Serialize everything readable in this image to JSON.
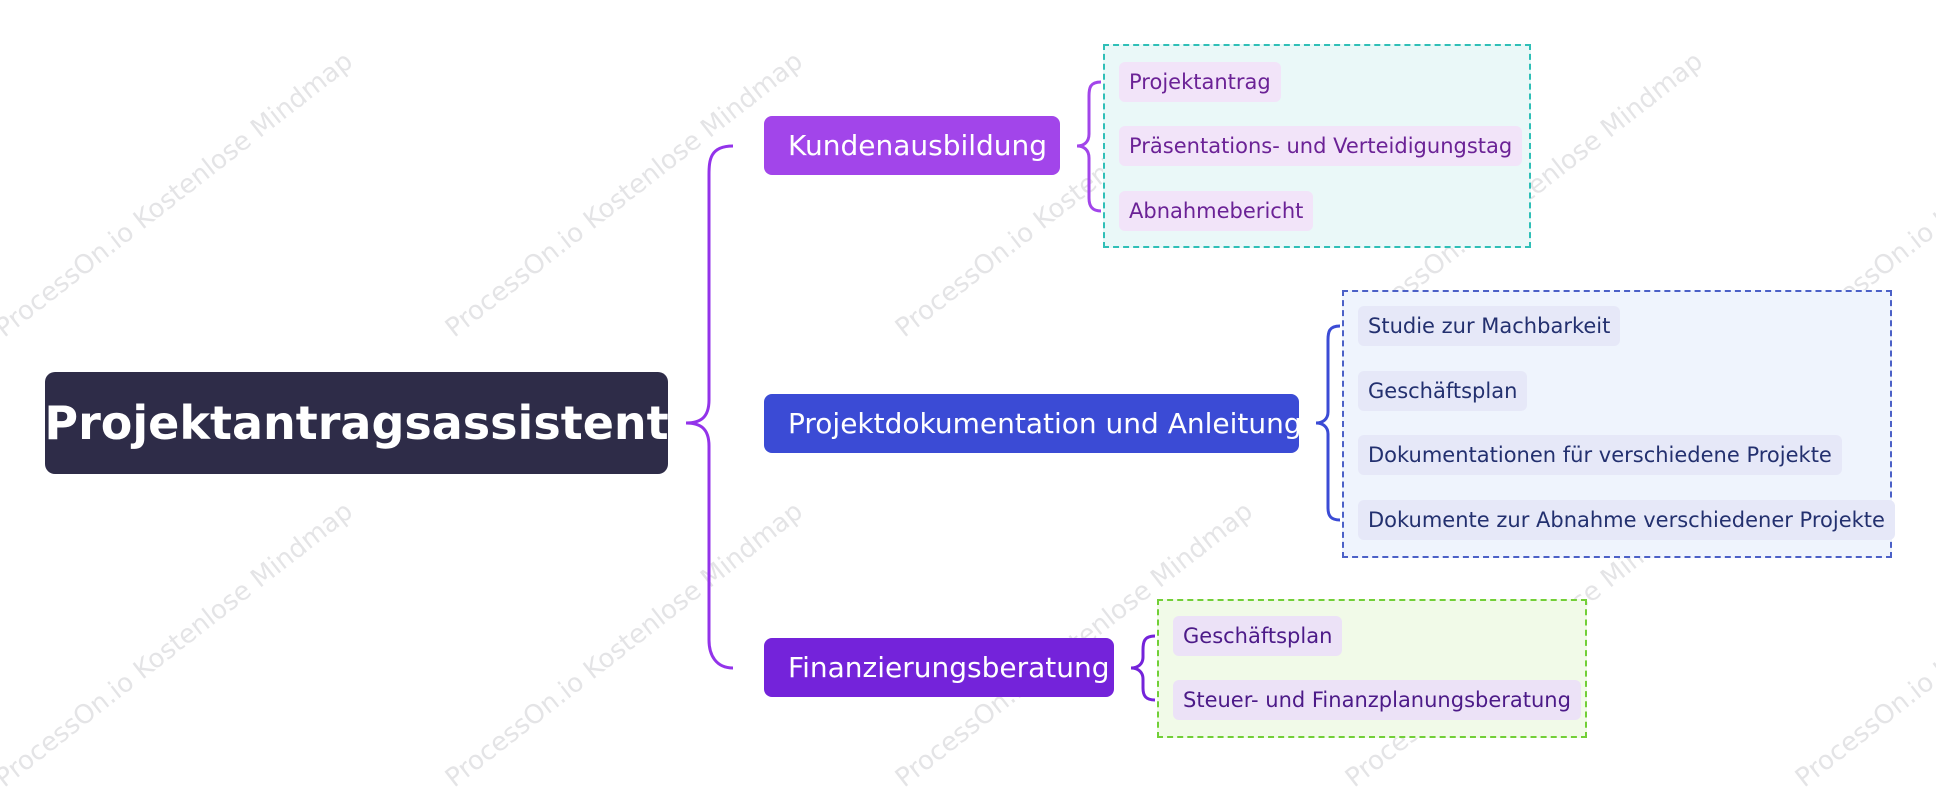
{
  "root": {
    "label": "Projektantragsassistent"
  },
  "branches": [
    {
      "label": "Kundenausbildung",
      "leaves": [
        "Projektantrag",
        "Präsentations- und Verteidigungstag",
        "Abnahmebericht"
      ]
    },
    {
      "label": "Projektdokumentation und Anleitung",
      "leaves": [
        "Studie zur Machbarkeit",
        "Geschäftsplan",
        "Dokumentationen für verschiedene Projekte",
        "Dokumente zur Abnahme verschiedener Projekte"
      ]
    },
    {
      "label": "Finanzierungsberatung",
      "leaves": [
        "Geschäftsplan",
        "Steuer- und Finanzplanungsberatung"
      ]
    }
  ],
  "watermark": {
    "text": "ProcessOn.io Kostenlose Mindmap"
  },
  "colors": {
    "root": "#2e2c48",
    "branch_1": "#a245ea",
    "branch_2": "#3b4bd5",
    "branch_3": "#7423da",
    "group_1_border": "#2fbfb7",
    "group_2_border": "#4b60c7",
    "group_3_border": "#72cf37"
  }
}
